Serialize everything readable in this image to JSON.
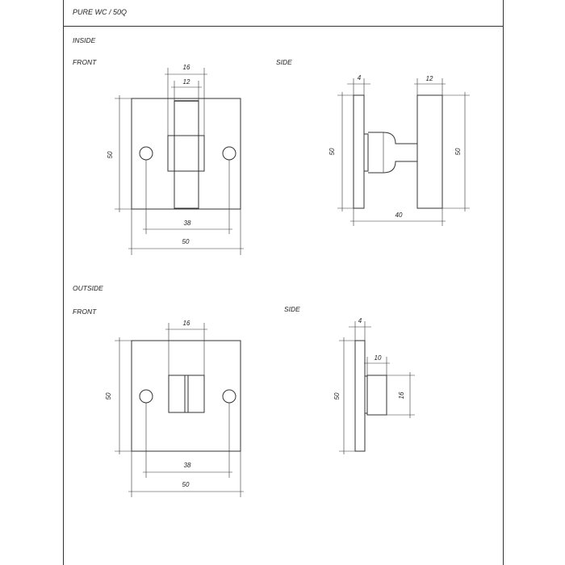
{
  "sheet": {
    "title": "PURE  WC / 50Q",
    "inside_heading": "INSIDE",
    "outside_heading": "OUTSIDE",
    "inside_front_label": "FRONT",
    "inside_side_label": "SIDE",
    "outside_front_label": "FRONT",
    "outside_side_label": "SIDE"
  },
  "dimensions": {
    "inside_front": {
      "outer_width": "16",
      "inner_width": "12",
      "height": "50",
      "hole_spacing": "38",
      "plate_width": "50"
    },
    "inside_side": {
      "plate_thickness": "4",
      "knob_thickness": "12",
      "height_left": "50",
      "height_right": "50",
      "depth": "40"
    },
    "outside_front": {
      "indicator_width": "16",
      "height": "50",
      "hole_spacing": "38",
      "plate_width": "50"
    },
    "outside_side": {
      "plate_thickness": "4",
      "button_depth": "10",
      "height": "50",
      "button_height": "16"
    }
  }
}
